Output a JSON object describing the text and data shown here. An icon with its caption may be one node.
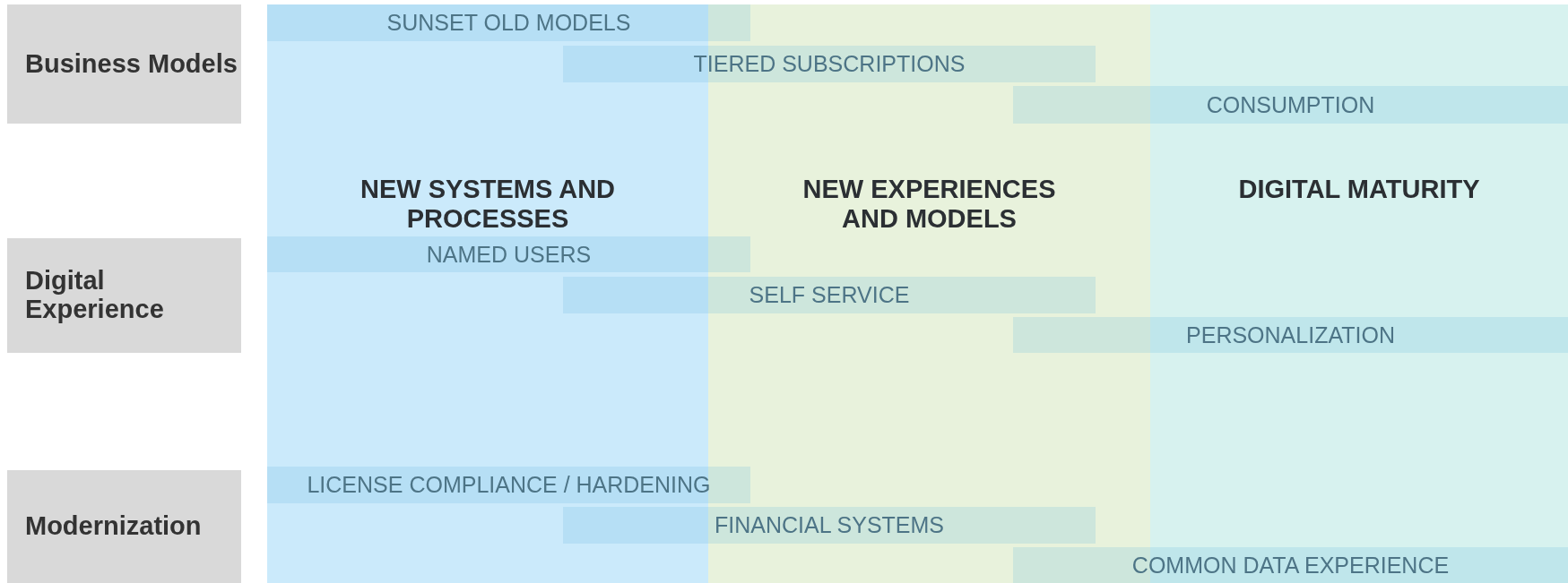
{
  "diagram": {
    "nodes": [
      {
        "text": [
          "Business Models"
        ]
      },
      {
        "text": [
          "Digital Experience"
        ]
      },
      {
        "text": [
          "Modernization"
        ]
      },
      {
        "text": [
          "NEW SYSTEMS AND PROCESSES"
        ]
      },
      {
        "text": [
          "NEW EXPERIENCES AND MODELS"
        ]
      },
      {
        "text": [
          "DIGITAL MATURITY"
        ]
      },
      {
        "text": [
          "SUNSET OLD MODELS"
        ]
      },
      {
        "text": [
          "TIERED SUBSCRIPTIONS"
        ]
      },
      {
        "text": [
          "CONSUMPTION"
        ]
      },
      {
        "text": [
          "NAMED USERS"
        ]
      },
      {
        "text": [
          "SELF SERVICE"
        ]
      },
      {
        "text": [
          "PERSONALIZATION"
        ]
      },
      {
        "text": [
          "LICENSE COMPLIANCE / HARDENING"
        ]
      },
      {
        "text": [
          "FINANCIAL SYSTEMS"
        ]
      },
      {
        "text": [
          "COMMON DATA EXPERIENCE"
        ]
      }
    ]
  }
}
